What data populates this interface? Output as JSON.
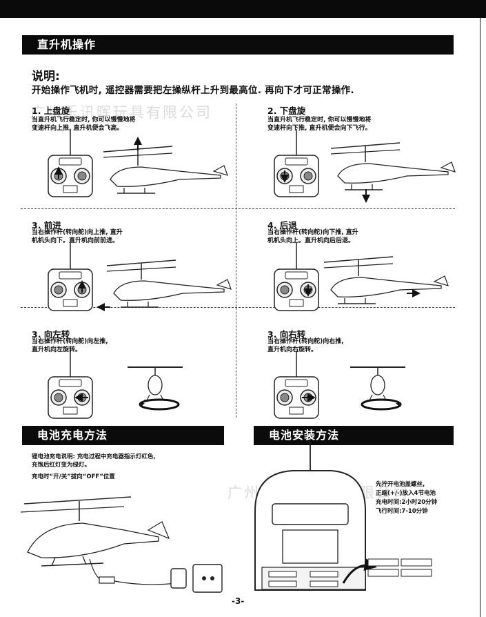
{
  "section_headers": {
    "helicopter_ops": "直升机操作",
    "battery_charging": "电池充电方法",
    "battery_install": "电池安装方法"
  },
  "note": {
    "title": "说明:",
    "body": "开始操作飞机时, 遥控器需要把左操纵杆上升到最高位. 再向下才可正常操作."
  },
  "operations": [
    {
      "title": "1. 上盘旋",
      "desc": "当直升机飞行稳定时, 你可以慢慢地将\n变速杆向上推, 直升机便会飞高。"
    },
    {
      "title": "2. 下盘旋",
      "desc": "当直升机飞行稳定时, 你可以慢慢地将\n变速杆向下推, 直升机便会向下飞行。"
    },
    {
      "title": "3. 前进",
      "desc": "当右操作杆(转向舵)向上推, 直升\n机机头向下。直升机向前前进。"
    },
    {
      "title": "4. 后退",
      "desc": "当右操作杆(转向舵)向下推, 直升\n机机头向上。直升机向后后退。"
    },
    {
      "title": "3. 向左转",
      "desc": "当右操作杆(转向舵)向左推,\n直升机向左旋转。"
    },
    {
      "title": "3. 向右转",
      "desc": "当右操作杆(转向舵)向右推,\n直升机向右旋转。"
    }
  ],
  "charging": {
    "line1": "锂电池充电说明: 充电过程中充电器指示灯红色,",
    "line2": "充饱后红灯变为绿灯。",
    "line3": "充电时“开/关”拔向“OFF”位置"
  },
  "install": {
    "line1": "先拧开电池盖螺丝,",
    "line2": "正端(+/-)放入4节电池",
    "line3": "充电时间:2小时20分钟",
    "line4": "飞行时间:7-10分钟"
  },
  "watermark": "广州乐讯晖玩具有限公司",
  "page_number": "-3-"
}
